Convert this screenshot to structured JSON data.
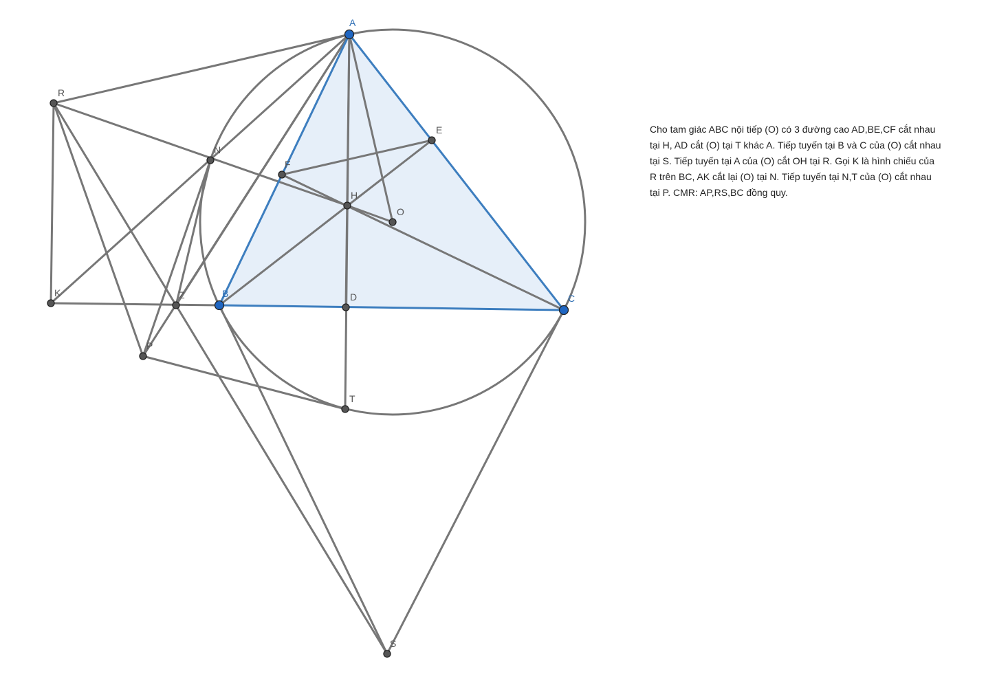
{
  "problem": {
    "lines": [
      "Cho tam giác ABC nội tiếp (O) có 3 đường cao AD,BE,CF cắt nhau",
      "tại H, AD cắt (O) tại T khác A. Tiếp tuyến tại B và C của (O) cắt nhau",
      "tại S. Tiếp tuyến tại A của (O) cắt OH tại R. Gọi K là hình chiếu của",
      "R trên BC, AK cắt lại (O) tại N. Tiếp tuyến tại N,T của (O) cắt nhau",
      "tại P. CMR: AP,RS,BC đồng quy."
    ]
  },
  "colors": {
    "triangle_stroke": "#3d7ebf",
    "triangle_fill": "#e6eff9",
    "line": "#777777",
    "point_fill": "#555555",
    "vertex_fill": "#1f66c2",
    "label": "#555555",
    "vertex_label": "#2e6fb5"
  },
  "points": {
    "A": {
      "label": "A",
      "kind": "vertex"
    },
    "B": {
      "label": "B",
      "kind": "vertex"
    },
    "C": {
      "label": "C",
      "kind": "vertex"
    },
    "D": {
      "label": "D",
      "kind": "point"
    },
    "E": {
      "label": "E",
      "kind": "point"
    },
    "F": {
      "label": "F",
      "kind": "point"
    },
    "H": {
      "label": "H",
      "kind": "point"
    },
    "O": {
      "label": "O",
      "kind": "point"
    },
    "T": {
      "label": "T",
      "kind": "point"
    },
    "S": {
      "label": "S",
      "kind": "point"
    },
    "R": {
      "label": "R",
      "kind": "point"
    },
    "K": {
      "label": "K",
      "kind": "point"
    },
    "N": {
      "label": "N",
      "kind": "point"
    },
    "P": {
      "label": "P",
      "kind": "point"
    },
    "Z": {
      "label": "Z",
      "kind": "point"
    }
  },
  "segments": [
    [
      "R",
      "A"
    ],
    [
      "R",
      "H"
    ],
    [
      "R",
      "K"
    ],
    [
      "R",
      "Z"
    ],
    [
      "R",
      "P"
    ],
    [
      "K",
      "B"
    ],
    [
      "K",
      "A"
    ],
    [
      "A",
      "D"
    ],
    [
      "A",
      "T"
    ],
    [
      "A",
      "O"
    ],
    [
      "A",
      "P"
    ],
    [
      "A",
      "Z"
    ],
    [
      "F",
      "E"
    ],
    [
      "F",
      "C"
    ],
    [
      "E",
      "B"
    ],
    [
      "H",
      "O"
    ],
    [
      "N",
      "P"
    ],
    [
      "N",
      "Z"
    ],
    [
      "P",
      "T"
    ],
    [
      "B",
      "S"
    ],
    [
      "C",
      "S"
    ],
    [
      "Z",
      "S"
    ]
  ]
}
